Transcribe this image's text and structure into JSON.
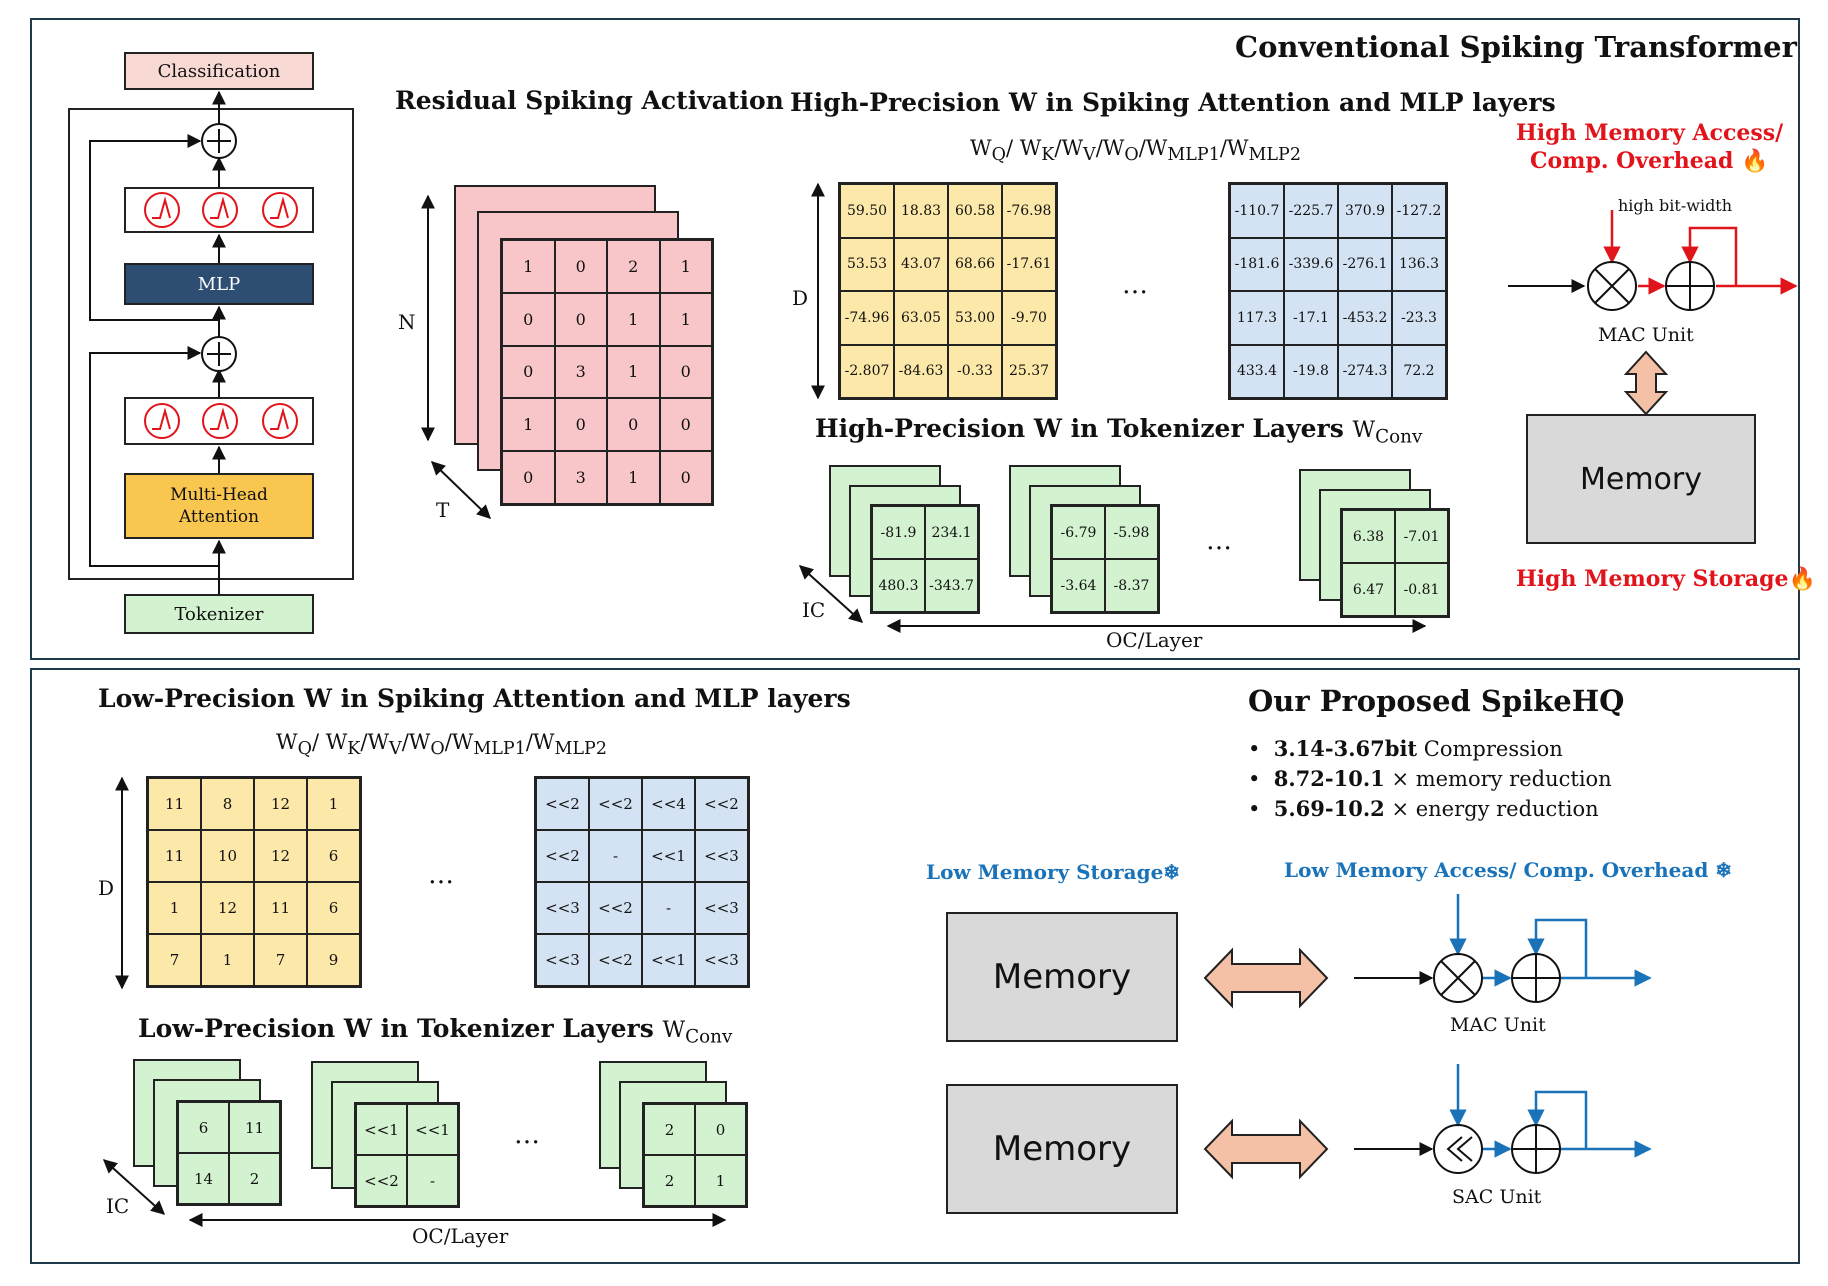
{
  "top": {
    "title": "Conventional Spiking Transformer",
    "arch": {
      "classification": "Classification",
      "mlp": "MLP",
      "attention_line1": "Multi-Head",
      "attention_line2": "Attention",
      "tokenizer": "Tokenizer"
    },
    "residual": {
      "title": "Residual Spiking Activation",
      "axis_n": "N",
      "axis_t": "T",
      "cells": [
        "1",
        "0",
        "2",
        "1",
        "0",
        "0",
        "1",
        "1",
        "0",
        "3",
        "1",
        "0",
        "1",
        "0",
        "0",
        "0",
        "0",
        "3",
        "1",
        "0"
      ]
    },
    "hp_attn": {
      "title": "High-Precision W in Spiking Attention and MLP layers",
      "weights_label": "WQ/ WK/WV/WO/WMLP1/WMLP2",
      "axis_d": "D",
      "ellipsis": "…",
      "yellow_cells": [
        "59.50",
        "18.83",
        "60.58",
        "-76.98",
        "53.53",
        "43.07",
        "68.66",
        "-17.61",
        "-74.96",
        "63.05",
        "53.00",
        "-9.70",
        "-2.807",
        "-84.63",
        "-0.33",
        "25.37"
      ],
      "blue_cells": [
        "-110.7",
        "-225.7",
        "370.9",
        "-127.2",
        "-181.6",
        "-339.6",
        "-276.1",
        "136.3",
        "117.3",
        "-17.1",
        "-453.2",
        "-23.3",
        "433.4",
        "-19.8",
        "-274.3",
        "72.2"
      ]
    },
    "hp_tok": {
      "title": "High-Precision W in Tokenizer Layers",
      "wconv": "WConv",
      "axis_ic": "IC",
      "axis_oc": "OC/Layer",
      "ellipsis": "…",
      "grid1": [
        "-81.9",
        "234.1",
        "480.3",
        "-343.7"
      ],
      "grid2": [
        "-6.79",
        "-5.98",
        "-3.64",
        "-8.37"
      ],
      "grid3": [
        "6.38",
        "-7.01",
        "6.47",
        "-0.81"
      ]
    },
    "hw": {
      "access_line1": "High Memory Access/",
      "access_line2": "Comp. Overhead",
      "bitwidth": "high bit-width",
      "mac_unit": "MAC Unit",
      "memory": "Memory",
      "storage": "High Memory Storage",
      "fire_icon": "fire-icon"
    }
  },
  "bottom": {
    "title": "Our Proposed SpikeHQ",
    "bullets": [
      {
        "bold": "3.14-3.67bit",
        "text": " Compression"
      },
      {
        "bold": "8.72-10.1",
        "text": " × memory reduction"
      },
      {
        "bold": "5.69-10.2",
        "text": " × energy reduction"
      }
    ],
    "lp_attn": {
      "title": "Low-Precision W in Spiking Attention and MLP layers",
      "weights_label": "WQ/ WK/WV/WO/WMLP1/WMLP2",
      "axis_d": "D",
      "ellipsis": "…",
      "yellow_cells": [
        "11",
        "8",
        "12",
        "1",
        "11",
        "10",
        "12",
        "6",
        "1",
        "12",
        "11",
        "6",
        "7",
        "1",
        "7",
        "9"
      ],
      "blue_cells": [
        "<<2",
        "<<2",
        "<<4",
        "<<2",
        "<<2",
        "-",
        "<<1",
        "<<3",
        "<<3",
        "<<2",
        "-",
        "<<3",
        "<<3",
        "<<2",
        "<<1",
        "<<3"
      ]
    },
    "lp_tok": {
      "title": "Low-Precision W in Tokenizer Layers",
      "wconv": "WConv",
      "axis_ic": "IC",
      "axis_oc": "OC/Layer",
      "ellipsis": "…",
      "grid1": [
        "6",
        "11",
        "14",
        "2"
      ],
      "grid2": [
        "<<1",
        "<<1",
        "<<2",
        "-"
      ],
      "grid3": [
        "2",
        "0",
        "2",
        "1"
      ]
    },
    "hw": {
      "storage": "Low Memory Storage",
      "access": "Low Memory Access/ Comp. Overhead",
      "memory1": "Memory",
      "memory2": "Memory",
      "mac_unit": "MAC Unit",
      "sac_unit": "SAC Unit",
      "snow_icon": "snowflake-icon"
    }
  },
  "colors": {
    "yellow": "#fce8a8",
    "blue": "#d4e3f3",
    "pink": "#f8c6c8",
    "green": "#d3f2d0",
    "orange_box": "#f9c74f",
    "dark_blue": "#2e4d73",
    "salmon": "#f9d9d3",
    "red": "#e2141b",
    "link_blue": "#1a73b8"
  }
}
